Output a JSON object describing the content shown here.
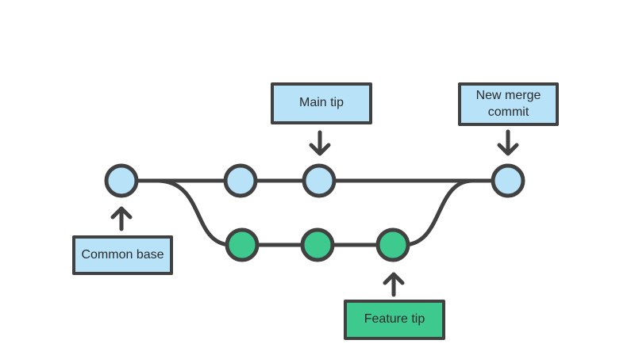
{
  "labels": {
    "main_tip": "Main tip",
    "new_merge_commit": "New merge commit",
    "common_base": "Common base",
    "feature_tip": "Feature tip"
  },
  "colors": {
    "commit_blue": "#b8e2f8",
    "commit_green": "#3ec98e",
    "line": "#414141",
    "text": "#2b2b2b",
    "background": "#ffffff"
  },
  "diagram": {
    "type": "git-branch-merge",
    "main_branch": {
      "node_color": "#b8e2f8",
      "commit_count": 4
    },
    "feature_branch": {
      "node_color": "#3ec98e",
      "commit_count": 3
    },
    "annotations": [
      {
        "label": "Main tip",
        "direction": "down"
      },
      {
        "label": "New merge commit",
        "direction": "down"
      },
      {
        "label": "Common base",
        "direction": "up"
      },
      {
        "label": "Feature tip",
        "direction": "up"
      }
    ]
  }
}
